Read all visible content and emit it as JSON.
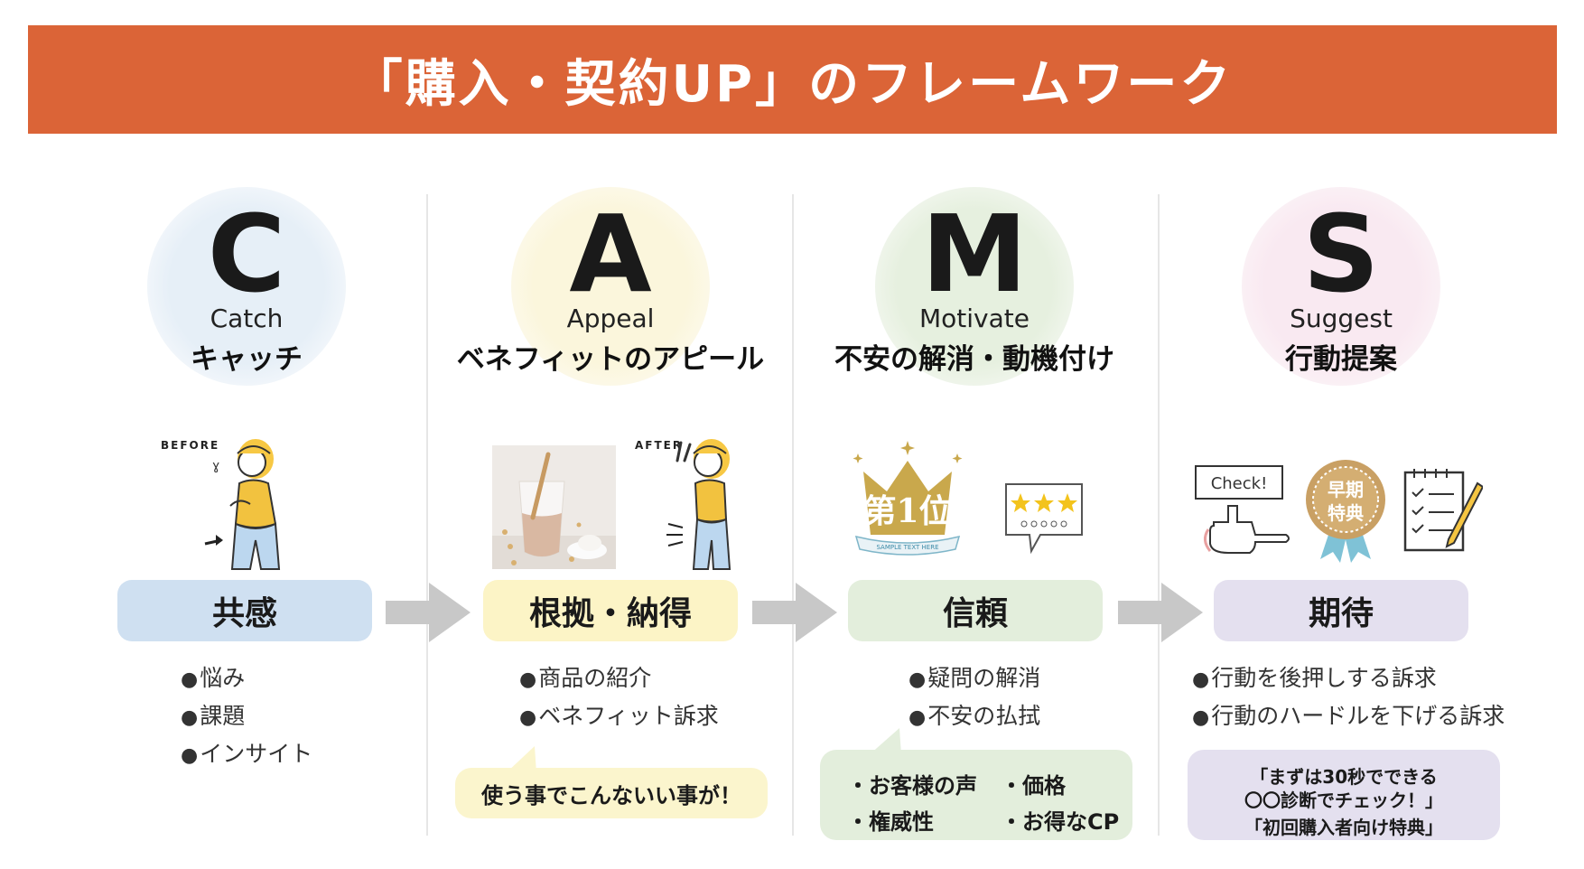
{
  "banner": {
    "title": "「購入・契約UP」のフレームワーク",
    "color": "#db6437"
  },
  "columns": [
    {
      "letter": "C",
      "english": "Catch",
      "japanese": "キャッチ",
      "circle_color": "#e6eff7",
      "stage": "共感",
      "stage_color": "#cfe0f1",
      "bullets": [
        "悩み",
        "課題",
        "インサイト"
      ],
      "illustration_label": "BEFORE"
    },
    {
      "letter": "A",
      "english": "Appeal",
      "japanese": "ベネフィットのアピール",
      "circle_color": "#fbf6dc",
      "stage": "根拠・納得",
      "stage_color": "#fcf4c6",
      "bullets": [
        "商品の紹介",
        "ベネフィット訴求"
      ],
      "illustration_label": "AFTER",
      "callout": "使う事でこんないい事が！",
      "callout_color": "#fbf5cd"
    },
    {
      "letter": "M",
      "english": "Motivate",
      "japanese": "不安の解消・動機付け",
      "circle_color": "#e6f0df",
      "stage": "信頼",
      "stage_color": "#e3eedc",
      "bullets": [
        "疑問の解消",
        "不安の払拭"
      ],
      "crown_text": "第1位",
      "crown_ribbon": "SAMPLE TEXT HERE",
      "callout_items": [
        "・お客様の声",
        "・価格",
        "・権威性",
        "・お得なCP"
      ],
      "callout_color": "#e3eedc"
    },
    {
      "letter": "S",
      "english": "Suggest",
      "japanese": "行動提案",
      "circle_color": "#f9e9f1",
      "stage": "期待",
      "stage_color": "#e4e0ef",
      "bullets": [
        "行動を後押しする訴求",
        "行動のハードルを下げる訴求"
      ],
      "check_text": "Check!",
      "badge_text": "早期\n特典",
      "callout_lines": [
        "「まずは30秒でできる",
        "〇〇診断でチェック！」",
        "「初回購入者向け特典」"
      ],
      "callout_color": "#e4e0ef"
    }
  ],
  "colors": {
    "arrow": "#c8c8c8",
    "bullet_dot": "#333333"
  }
}
